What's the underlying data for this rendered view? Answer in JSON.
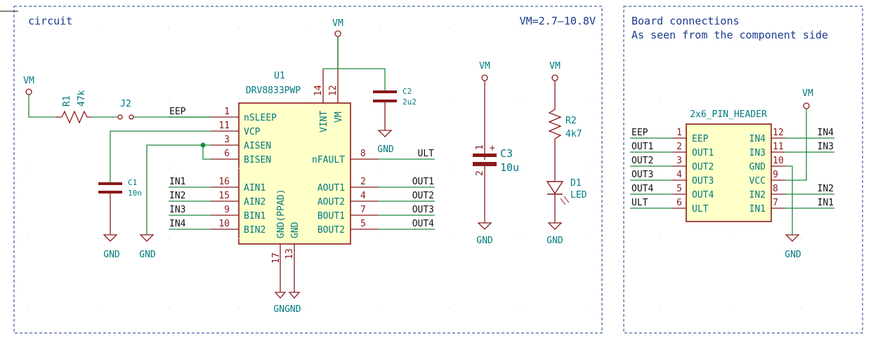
{
  "circuit_panel": {
    "title": "circuit",
    "voltage_note": "VM=2.7–10.8V"
  },
  "board_panel": {
    "title_line1": "Board connections",
    "title_line2": "As seen from the component side"
  },
  "u1": {
    "ref": "U1",
    "value": "DRV8833PWP",
    "left_pins": [
      {
        "num": "1",
        "name": "nSLEEP",
        "net": "EEP"
      },
      {
        "num": "11",
        "name": "VCP",
        "net": ""
      },
      {
        "num": "3",
        "name": "AISEN",
        "net": ""
      },
      {
        "num": "6",
        "name": "BISEN",
        "net": ""
      },
      {
        "num": "16",
        "name": "AIN1",
        "net": "IN1"
      },
      {
        "num": "15",
        "name": "AIN2",
        "net": "IN2"
      },
      {
        "num": "9",
        "name": "BIN1",
        "net": "IN3"
      },
      {
        "num": "10",
        "name": "BIN2",
        "net": "IN4"
      }
    ],
    "right_pins": [
      {
        "num": "8",
        "name": "nFAULT",
        "net": "ULT"
      },
      {
        "num": "2",
        "name": "AOUT1",
        "net": "OUT1"
      },
      {
        "num": "4",
        "name": "AOUT2",
        "net": "OUT2"
      },
      {
        "num": "7",
        "name": "BOUT1",
        "net": "OUT3"
      },
      {
        "num": "5",
        "name": "BOUT2",
        "net": "OUT4"
      }
    ],
    "top_pins": [
      {
        "num": "14",
        "name": "VINT"
      },
      {
        "num": "12",
        "name": "VM"
      }
    ],
    "bottom_pins": [
      {
        "num": "17",
        "name": "GND(PPAD)"
      },
      {
        "num": "13",
        "name": "GND"
      }
    ]
  },
  "r1": {
    "ref": "R1",
    "value": "47k"
  },
  "j2": {
    "ref": "J2"
  },
  "c1": {
    "ref": "C1",
    "value": "10n"
  },
  "c2": {
    "ref": "C2",
    "value": "2u2"
  },
  "c3": {
    "ref": "C3",
    "value": "10u",
    "plus": "+",
    "pin1": "1",
    "pin2": "2"
  },
  "r2": {
    "ref": "R2",
    "value": "4k7"
  },
  "d1": {
    "ref": "D1",
    "value": "LED"
  },
  "power": {
    "vm": "VM",
    "gnd": "GND",
    "gndgnd": "GNGND"
  },
  "header": {
    "value": "2x6_PIN_HEADER",
    "left_pins": [
      {
        "num": "1",
        "name": "EEP",
        "net": "EEP"
      },
      {
        "num": "2",
        "name": "OUT1",
        "net": "OUT1"
      },
      {
        "num": "3",
        "name": "OUT2",
        "net": "OUT2"
      },
      {
        "num": "4",
        "name": "OUT3",
        "net": "OUT3"
      },
      {
        "num": "5",
        "name": "OUT4",
        "net": "OUT4"
      },
      {
        "num": "6",
        "name": "ULT",
        "net": "ULT"
      }
    ],
    "right_pins": [
      {
        "num": "12",
        "name": "IN4",
        "net": "IN4"
      },
      {
        "num": "11",
        "name": "IN3",
        "net": "IN3"
      },
      {
        "num": "10",
        "name": "GND",
        "net": ""
      },
      {
        "num": "9",
        "name": "VCC",
        "net": ""
      },
      {
        "num": "8",
        "name": "IN2",
        "net": "IN2"
      },
      {
        "num": "7",
        "name": "IN1",
        "net": "IN1"
      }
    ]
  }
}
